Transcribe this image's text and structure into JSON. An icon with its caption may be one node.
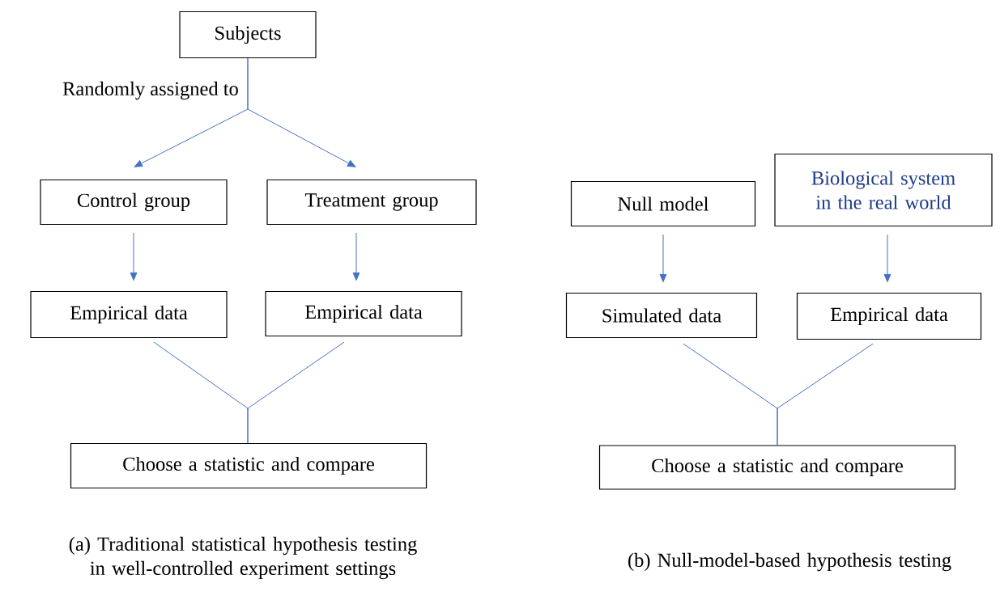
{
  "diagram": {
    "nodes": [
      {
        "text": [
          "Subjects"
        ]
      },
      {
        "text": [
          "Control group"
        ]
      },
      {
        "text": [
          "Treatment group"
        ]
      },
      {
        "text": [
          "Empirical data"
        ]
      },
      {
        "text": [
          "Empirical data"
        ]
      },
      {
        "text": [
          "Choose a statistic and compare"
        ]
      },
      {
        "text": [
          "Null model"
        ]
      },
      {
        "text": [
          "Biological system in the real world"
        ]
      },
      {
        "text": [
          "Simulated data"
        ]
      },
      {
        "text": [
          "Empirical data"
        ]
      },
      {
        "text": [
          "Choose a statistic and compare"
        ]
      }
    ],
    "edges": [
      {
        "from": 0,
        "to": 1,
        "arrow": "to",
        "label": "Randomly assigned to"
      },
      {
        "from": 0,
        "to": 2,
        "arrow": "to"
      },
      {
        "from": 1,
        "to": 3,
        "arrow": "to"
      },
      {
        "from": 2,
        "to": 4,
        "arrow": "to"
      },
      {
        "from": 3,
        "to": 5,
        "arrow": "none"
      },
      {
        "from": 4,
        "to": 5,
        "arrow": "none"
      },
      {
        "from": 6,
        "to": 8,
        "arrow": "to"
      },
      {
        "from": 7,
        "to": 9,
        "arrow": "to"
      },
      {
        "from": 8,
        "to": 10,
        "arrow": "none"
      },
      {
        "from": 9,
        "to": 10,
        "arrow": "none"
      }
    ],
    "labels": [
      "(a) Traditional statistical hypothesis testing in well-controlled experiment settings",
      "(b) Null-model-based hypothesis testing"
    ]
  }
}
